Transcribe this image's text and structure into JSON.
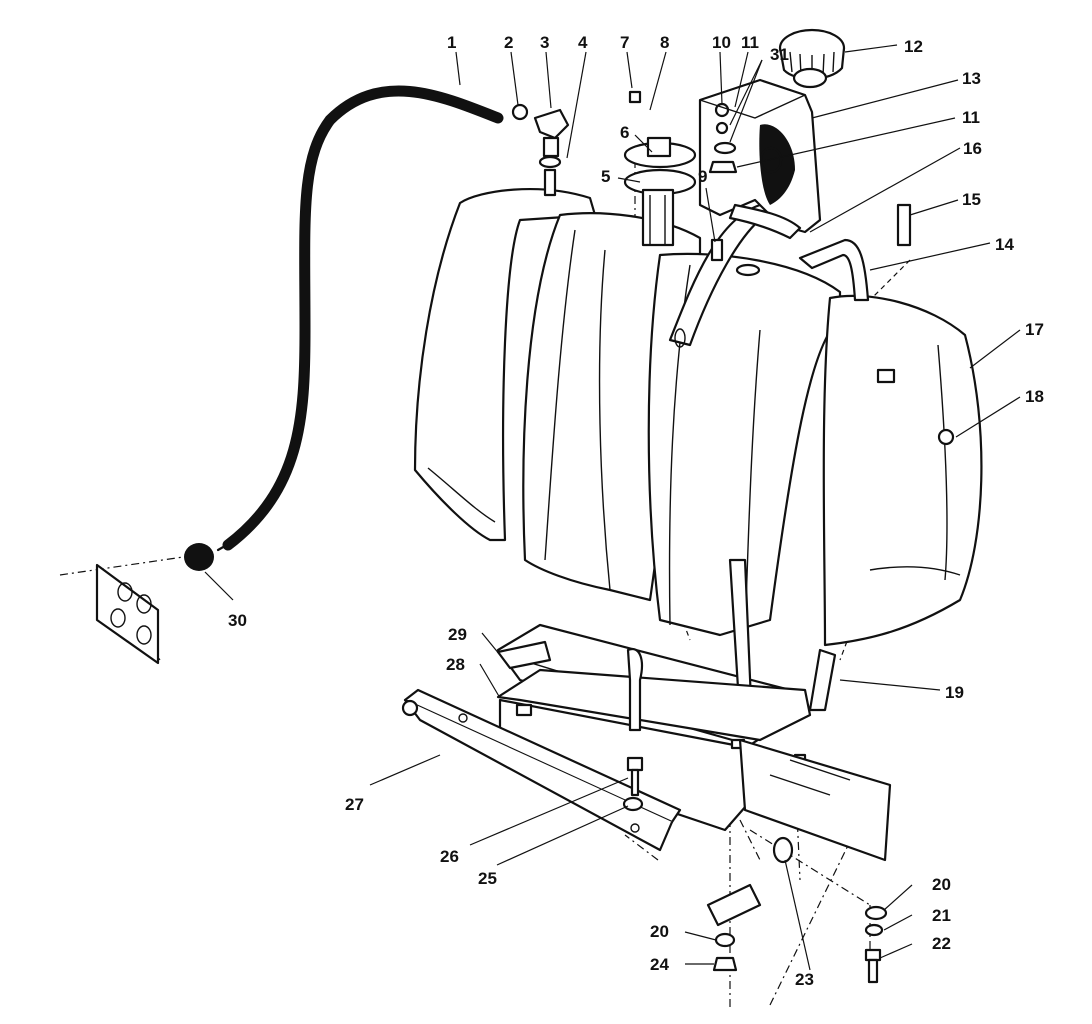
{
  "diagram": {
    "labels": [
      "1",
      "2",
      "3",
      "4",
      "5",
      "6",
      "7",
      "8",
      "9",
      "10",
      "11",
      "11",
      "12",
      "13",
      "14",
      "15",
      "16",
      "17",
      "18",
      "19",
      "20",
      "20",
      "21",
      "22",
      "23",
      "24",
      "25",
      "26",
      "27",
      "28",
      "29",
      "30",
      "31"
    ]
  }
}
